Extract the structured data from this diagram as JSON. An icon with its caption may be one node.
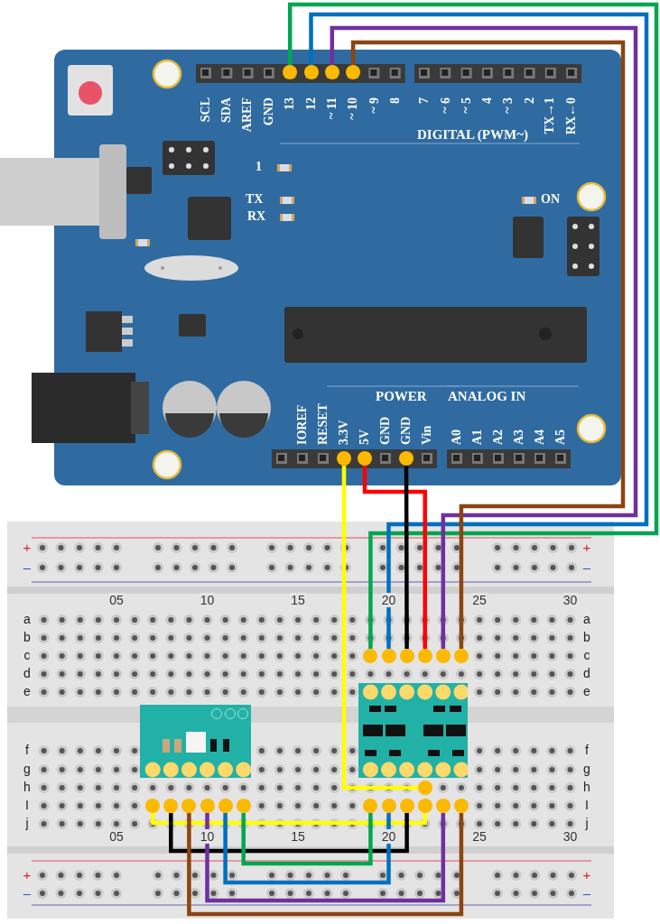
{
  "diagram": {
    "nodes": [
      {
        "text": [],
        "shape": "box"
      },
      {
        "text": [],
        "shape": "box"
      },
      {
        "text": [],
        "shape": "box",
        "in": 1
      },
      {
        "text": [],
        "shape": "box",
        "in": 1
      },
      {
        "text": [],
        "shape": "circle",
        "in": 0
      },
      {
        "text": [],
        "shape": "circle",
        "in": 0
      },
      {
        "text": [],
        "shape": "circle",
        "in": 0
      },
      {
        "text": [],
        "shape": "circle",
        "in": 0
      },
      {
        "text": [],
        "shape": "circle",
        "in": 0
      },
      {
        "text": [],
        "shape": "circle",
        "in": 0
      },
      {
        "text": [],
        "shape": "circle",
        "in": 0
      },
      {
        "text": [],
        "shape": "circle",
        "in": 1
      },
      {
        "text": [],
        "shape": "circle",
        "in": 1
      },
      {
        "text": [],
        "shape": "circle",
        "in": 1
      },
      {
        "text": [],
        "shape": "circle",
        "in": 1
      },
      {
        "text": [],
        "shape": "circle",
        "in": 1
      },
      {
        "text": [],
        "shape": "circle",
        "in": 1
      },
      {
        "text": [],
        "shape": "circle",
        "in": 1
      },
      {
        "text": [],
        "shape": "circle",
        "in": 1
      },
      {
        "text": [],
        "shape": "circle",
        "in": 1
      },
      {
        "text": [],
        "shape": "circle",
        "in": 1
      },
      {
        "text": [],
        "shape": "circle",
        "in": 1
      },
      {
        "text": [],
        "shape": "circle",
        "in": 1
      },
      {
        "text": [],
        "shape": "circle",
        "in": 1
      },
      {
        "text": [],
        "shape": "circle",
        "in": 1
      },
      {
        "text": [],
        "shape": "circle",
        "in": 1
      },
      {
        "text": [],
        "shape": "circle",
        "in": 1
      },
      {
        "text": [],
        "shape": "circle",
        "in": 1
      },
      {
        "text": [],
        "shape": "circle",
        "in": 1
      },
      {
        "text": [],
        "shape": "circle",
        "in": 1
      }
    ],
    "edges": [
      {
        "from": 4,
        "to": 11,
        "arrow": "none",
        "color": "#00a651"
      },
      {
        "from": 5,
        "to": 12,
        "arrow": "none",
        "color": "#0070c0"
      },
      {
        "from": 6,
        "to": 15,
        "arrow": "none",
        "color": "#7030a0"
      },
      {
        "from": 7,
        "to": 16,
        "arrow": "none",
        "color": "#8b4513"
      },
      {
        "from": 9,
        "to": 14,
        "arrow": "none",
        "color": "#ff0000"
      },
      {
        "from": 10,
        "to": 13,
        "arrow": "none",
        "color": "#000000"
      },
      {
        "from": 8,
        "to": 17,
        "arrow": "none",
        "color": "#ffff00"
      },
      {
        "from": 18,
        "to": 27,
        "arrow": "none",
        "color": "#ffff00"
      },
      {
        "from": 19,
        "to": 26,
        "arrow": "none",
        "color": "#000000"
      },
      {
        "from": 20,
        "to": 29,
        "arrow": "none",
        "color": "#8b4513"
      },
      {
        "from": 21,
        "to": 28,
        "arrow": "none",
        "color": "#7030a0"
      },
      {
        "from": 22,
        "to": 25,
        "arrow": "none",
        "color": "#0070c0"
      },
      {
        "from": 23,
        "to": 24,
        "arrow": "none",
        "color": "#00a651"
      }
    ],
    "labels": [
      "SCL",
      "SDA",
      "AREF",
      "GND",
      "13",
      "12",
      "~ 11",
      "~ 10",
      "~ 9",
      "8",
      "7",
      "~ 6",
      "~ 5",
      "4",
      "~ 3",
      "2",
      "TX→1",
      "RX←0",
      "DIGITAL (PWM~)",
      "1",
      "TX",
      "RX",
      "ON",
      "POWER",
      "ANALOG IN",
      "IOREF",
      "RESET",
      "3.3V",
      "5V",
      "GND",
      "GND",
      "Vin",
      "A0",
      "A1",
      "A2",
      "A3",
      "A4",
      "A5",
      "+",
      "+",
      "–",
      "–",
      "05",
      "10",
      "15",
      "20",
      "25",
      "30",
      "a",
      "a",
      "b",
      "b",
      "c",
      "c",
      "d",
      "d",
      "e",
      "e",
      "f",
      "f",
      "g",
      "g",
      "h",
      "h",
      "I",
      "I",
      "j",
      "j",
      "05",
      "10",
      "15",
      "20",
      "25",
      "30",
      "+",
      "+",
      "–",
      "–"
    ]
  }
}
